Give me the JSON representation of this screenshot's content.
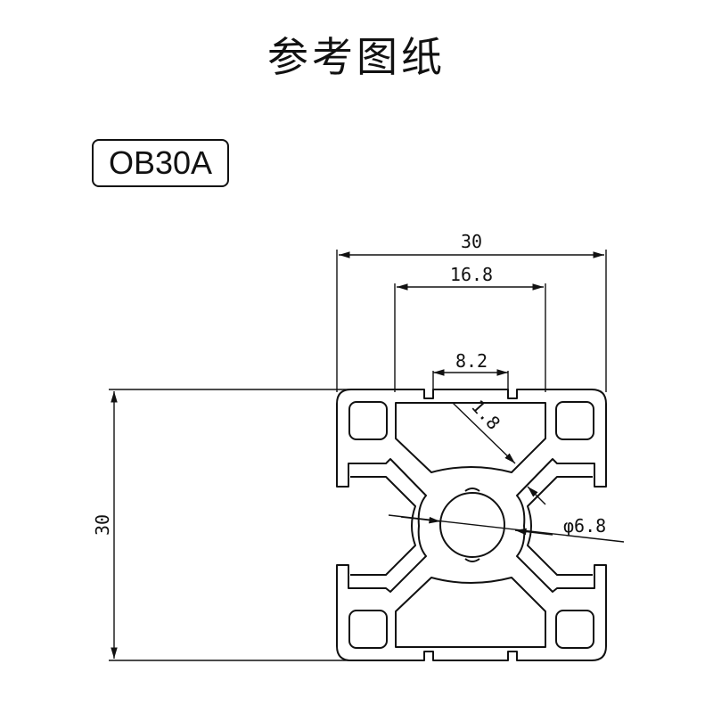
{
  "header": {
    "title": "参考图纸"
  },
  "model": {
    "code": "OB30A"
  },
  "dimensions": {
    "overall_width": "30",
    "overall_height": "30",
    "slot_outer_width": "16.8",
    "slot_opening": "8.2",
    "wall_thickness": "1.8",
    "center_bore": "φ6.8"
  },
  "colors": {
    "line": "#111111",
    "background": "#ffffff"
  }
}
